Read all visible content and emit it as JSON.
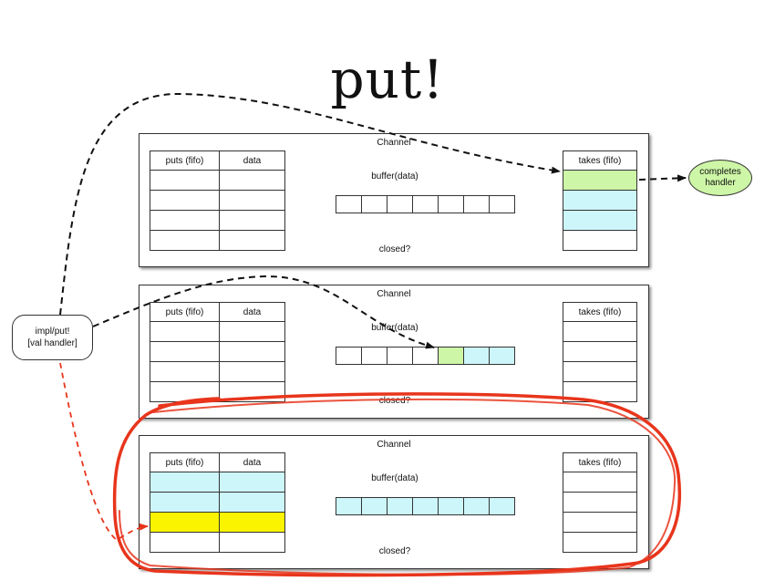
{
  "title": "put!",
  "caller": {
    "line1": "impl/put!",
    "line2": "[val handler]"
  },
  "completes": {
    "line1": "completes",
    "line2": "handler"
  },
  "panels": [
    {
      "channel_label": "Channel",
      "buffer_label": "buffer(data)",
      "closed_label": "closed?",
      "puts_header": [
        "puts (fifo)",
        "data"
      ],
      "takes_header": "takes (fifo)",
      "puts_rows": [
        "white",
        "white",
        "white",
        "white"
      ],
      "takes_rows": [
        "green",
        "cyan",
        "cyan",
        "white"
      ],
      "buffer_cells": [
        "white",
        "white",
        "white",
        "white",
        "white",
        "white",
        "white"
      ]
    },
    {
      "channel_label": "Channel",
      "buffer_label": "buffer(data)",
      "closed_label": "closed?",
      "puts_header": [
        "puts (fifo)",
        "data"
      ],
      "takes_header": "takes (fifo)",
      "puts_rows": [
        "white",
        "white",
        "white",
        "white"
      ],
      "takes_rows": [
        "white",
        "white",
        "white",
        "white"
      ],
      "buffer_cells": [
        "white",
        "white",
        "white",
        "white",
        "green",
        "cyan",
        "cyan"
      ]
    },
    {
      "channel_label": "Channel",
      "buffer_label": "buffer(data)",
      "closed_label": "closed?",
      "puts_header": [
        "puts (fifo)",
        "data"
      ],
      "takes_header": "takes (fifo)",
      "puts_rows": [
        "cyan",
        "cyan",
        "yellow",
        "white"
      ],
      "takes_rows": [
        "white",
        "white",
        "white",
        "white"
      ],
      "buffer_cells": [
        "cyan",
        "cyan",
        "cyan",
        "cyan",
        "cyan",
        "cyan",
        "cyan"
      ]
    }
  ],
  "colors": {
    "green": "#cdf6a6",
    "cyan": "#cdf6fb",
    "yellow": "#fbf400",
    "highlight_red": "#e8351c",
    "arrow_red": "#e8351c",
    "arrow_black": "#111111"
  }
}
